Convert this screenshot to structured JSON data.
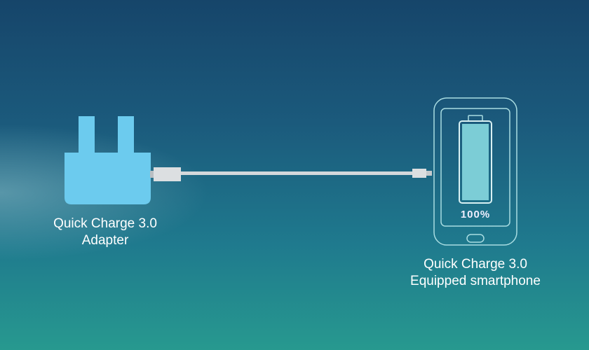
{
  "adapter": {
    "label_line1": "Quick Charge 3.0",
    "label_line2": "Adapter"
  },
  "phone": {
    "battery_percent_text": "100%",
    "battery_level": 1.0,
    "label_line1": "Quick Charge 3.0",
    "label_line2": "Equipped smartphone"
  },
  "colors": {
    "adapter": "#6ccbee",
    "battery_fill": "#7ccdd6",
    "outline": "#a9dde2",
    "cable": "#d4d8db"
  }
}
